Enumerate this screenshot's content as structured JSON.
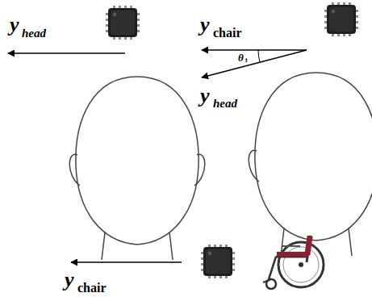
{
  "diagram": {
    "labels": [
      "y",
      "head",
      "y",
      "chair",
      "θ",
      "t",
      "y",
      "head",
      "y",
      "chair"
    ]
  }
}
